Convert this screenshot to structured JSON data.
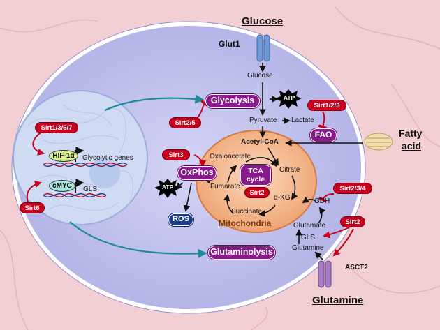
{
  "colors": {
    "background": "#f2cfd2",
    "cell": "#b8b8ea",
    "membrane": "#ffffff",
    "nucleus": "#d0dcf4",
    "mitochondria": "#f4b98e",
    "sirtuin_label": "#c8001e",
    "pathway_label": "#8a1a8c",
    "ros_label": "#1c3c8c",
    "arrow_teal": "#1e8a9c",
    "inhibit_red": "#c8001e"
  },
  "labels": {
    "glucose_top": "Glucose",
    "glut1": "Glut1",
    "glucose_inner": "Glucose",
    "pyruvate": "Pyruvate",
    "lactate": "Lactate",
    "acetyl_coa": "Acetyl-CoA",
    "oxaloacetate": "Oxaloacetate",
    "citrate": "Citrate",
    "fumarate": "Fumarate",
    "akg": "α-KG",
    "succinate": "Succinate",
    "gdh": "GDH",
    "glutamate": "Glutamate",
    "gls_path": "GLS",
    "glutamine_inner": "Glutamine",
    "asct2": "ASCT2",
    "glutamine_bottom": "Glutamine",
    "fatty_acid_line1": "Fatty",
    "fatty_acid_line2": "acid",
    "mitochondria": "Mitochondria",
    "glycolytic_genes": "Glycolytic genes",
    "gls_gene": "GLS"
  },
  "pathways": {
    "glycolysis": "Glycolysis",
    "fao": "FAO",
    "oxphos": "OxPhos",
    "glutaminolysis": "Glutaminolysis",
    "tca_line1": "TCA",
    "tca_line2": "cycle",
    "ros": "ROS"
  },
  "sirtuins": {
    "sirt1367": "Sirt1/3/6/7",
    "sirt6": "Sirt6",
    "sirt25": "Sirt2/5",
    "sirt3": "Sirt3",
    "sirt123": "Sirt1/2/3",
    "sirt2_tca": "Sirt2",
    "sirt234": "Sirt2/3/4",
    "sirt2_gln": "Sirt2"
  },
  "factors": {
    "hif1a": "HIF-1α",
    "cmyc": "cMYC"
  },
  "atp": {
    "atp1": "ATP",
    "atp2": "ATP"
  }
}
